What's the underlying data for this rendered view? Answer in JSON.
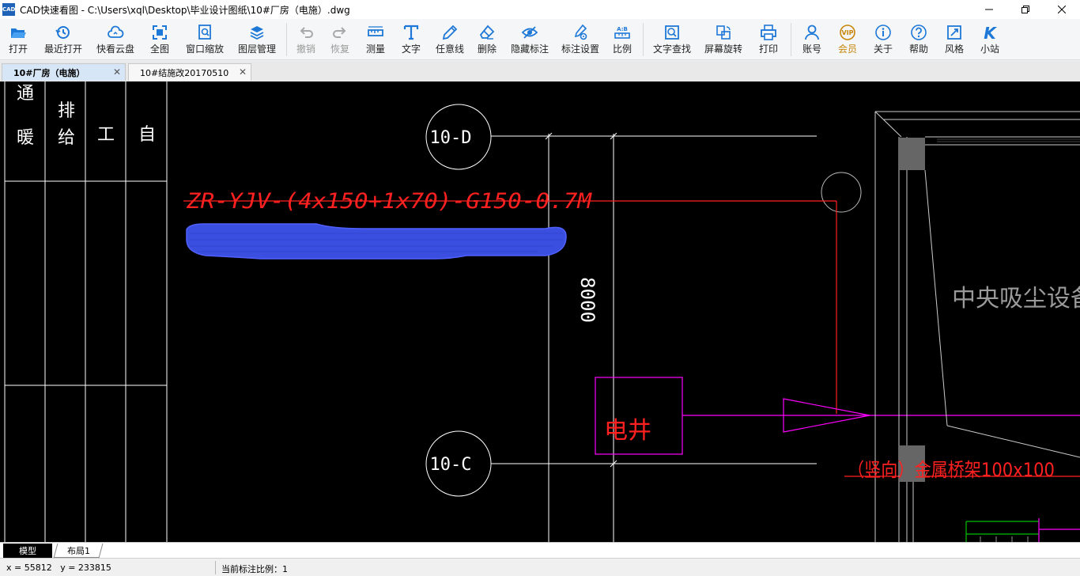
{
  "window": {
    "title": "CAD快速看图 - C:\\Users\\xql\\Desktop\\毕业设计图纸\\10#厂房（电施）.dwg",
    "app_icon_text": "CAD"
  },
  "toolbar": {
    "items": [
      {
        "label": "打开",
        "icon": "folder-open-icon"
      },
      {
        "label": "最近打开",
        "icon": "history-icon"
      },
      {
        "label": "快看云盘",
        "icon": "cloud-icon"
      },
      {
        "label": "全图",
        "icon": "fullscreen-icon"
      },
      {
        "label": "窗口缩放",
        "icon": "window-zoom-icon"
      },
      {
        "label": "图层管理",
        "icon": "layers-icon"
      },
      {
        "label": "撤销",
        "icon": "undo-icon"
      },
      {
        "label": "恢复",
        "icon": "redo-icon"
      },
      {
        "label": "测量",
        "icon": "ruler-icon"
      },
      {
        "label": "文字",
        "icon": "text-icon"
      },
      {
        "label": "任意线",
        "icon": "pencil-icon"
      },
      {
        "label": "删除",
        "icon": "eraser-icon"
      },
      {
        "label": "隐藏标注",
        "icon": "eye-hidden-icon"
      },
      {
        "label": "标注设置",
        "icon": "annotation-settings-icon"
      },
      {
        "label": "比例",
        "icon": "scale-icon"
      },
      {
        "label": "文字查找",
        "icon": "text-search-icon"
      },
      {
        "label": "屏幕旋转",
        "icon": "screen-rotate-icon"
      },
      {
        "label": "打印",
        "icon": "printer-icon"
      },
      {
        "label": "账号",
        "icon": "user-icon"
      },
      {
        "label": "会员",
        "icon": "vip-icon"
      },
      {
        "label": "关于",
        "icon": "info-icon"
      },
      {
        "label": "帮助",
        "icon": "help-icon"
      },
      {
        "label": "风格",
        "icon": "style-icon"
      },
      {
        "label": "小站",
        "icon": "site-icon"
      }
    ],
    "vip_badge": "VIP",
    "scale_badge": "A:B"
  },
  "tabs": [
    {
      "label": "10#厂房（电施）",
      "active": true
    },
    {
      "label": "10#结施改20170510",
      "active": false
    }
  ],
  "drawing": {
    "left_table_chars": [
      "暖",
      "通",
      "给",
      "排",
      "工",
      "自"
    ],
    "axis_labels": [
      "10-D",
      "10-C"
    ],
    "cable_label": "ZR-YJV-(4x150+1x70)-G150-0.7M",
    "dimension": "8000",
    "room_label": "电井",
    "equipment_label": "中央吸尘设备",
    "tray_label": "（竖向）金属桥架100x100"
  },
  "layout_tabs": [
    {
      "label": "模型",
      "active": true
    },
    {
      "label": "布局1",
      "active": false
    }
  ],
  "status": {
    "coords": "x = 55812   y = 233815",
    "scale_label": "当前标注比例：1"
  },
  "colors": {
    "cad_red": "#ff2020",
    "cad_magenta": "#ff00ff",
    "cad_blue": "#3a4fe0",
    "cad_white": "#ffffff",
    "cad_green": "#00c000",
    "toolbar_blue": "#1e78d7",
    "vip_gold": "#c8860b"
  }
}
